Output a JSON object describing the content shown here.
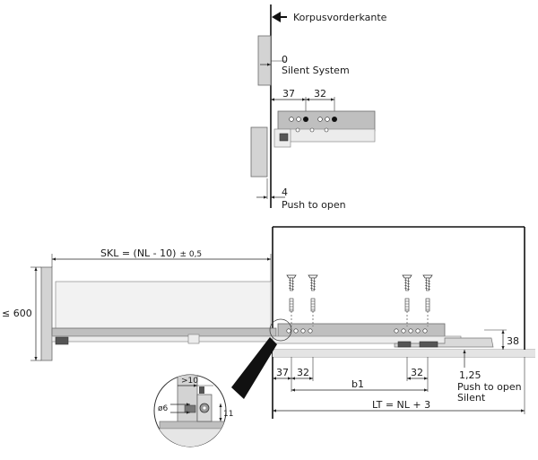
{
  "labels": {
    "korpusvorderkante": "Korpusvorderkante",
    "zero": "0",
    "silent_system": "Silent System",
    "four": "4",
    "push_to_open_top": "Push to open",
    "top_37": "37",
    "top_32": "32",
    "skl_main": "SKL = (NL - 10)",
    "skl_tol": "± 0,5",
    "le_600": "≤ 600",
    "h_38": "38",
    "b_37": "37",
    "b_32a": "32",
    "b_32b": "32",
    "b1": "b1",
    "lt": "LT = NL + 3",
    "v_125": "1,25",
    "push_to_open_bottom": "Push to open",
    "silent_bottom": "Silent",
    "gt10": ">10",
    "phi6": "ø6",
    "d11": "11"
  },
  "colors": {
    "panel": "#d3d3d3",
    "rail": "#bfbfbf",
    "line": "#222222",
    "hole": "#111111"
  }
}
